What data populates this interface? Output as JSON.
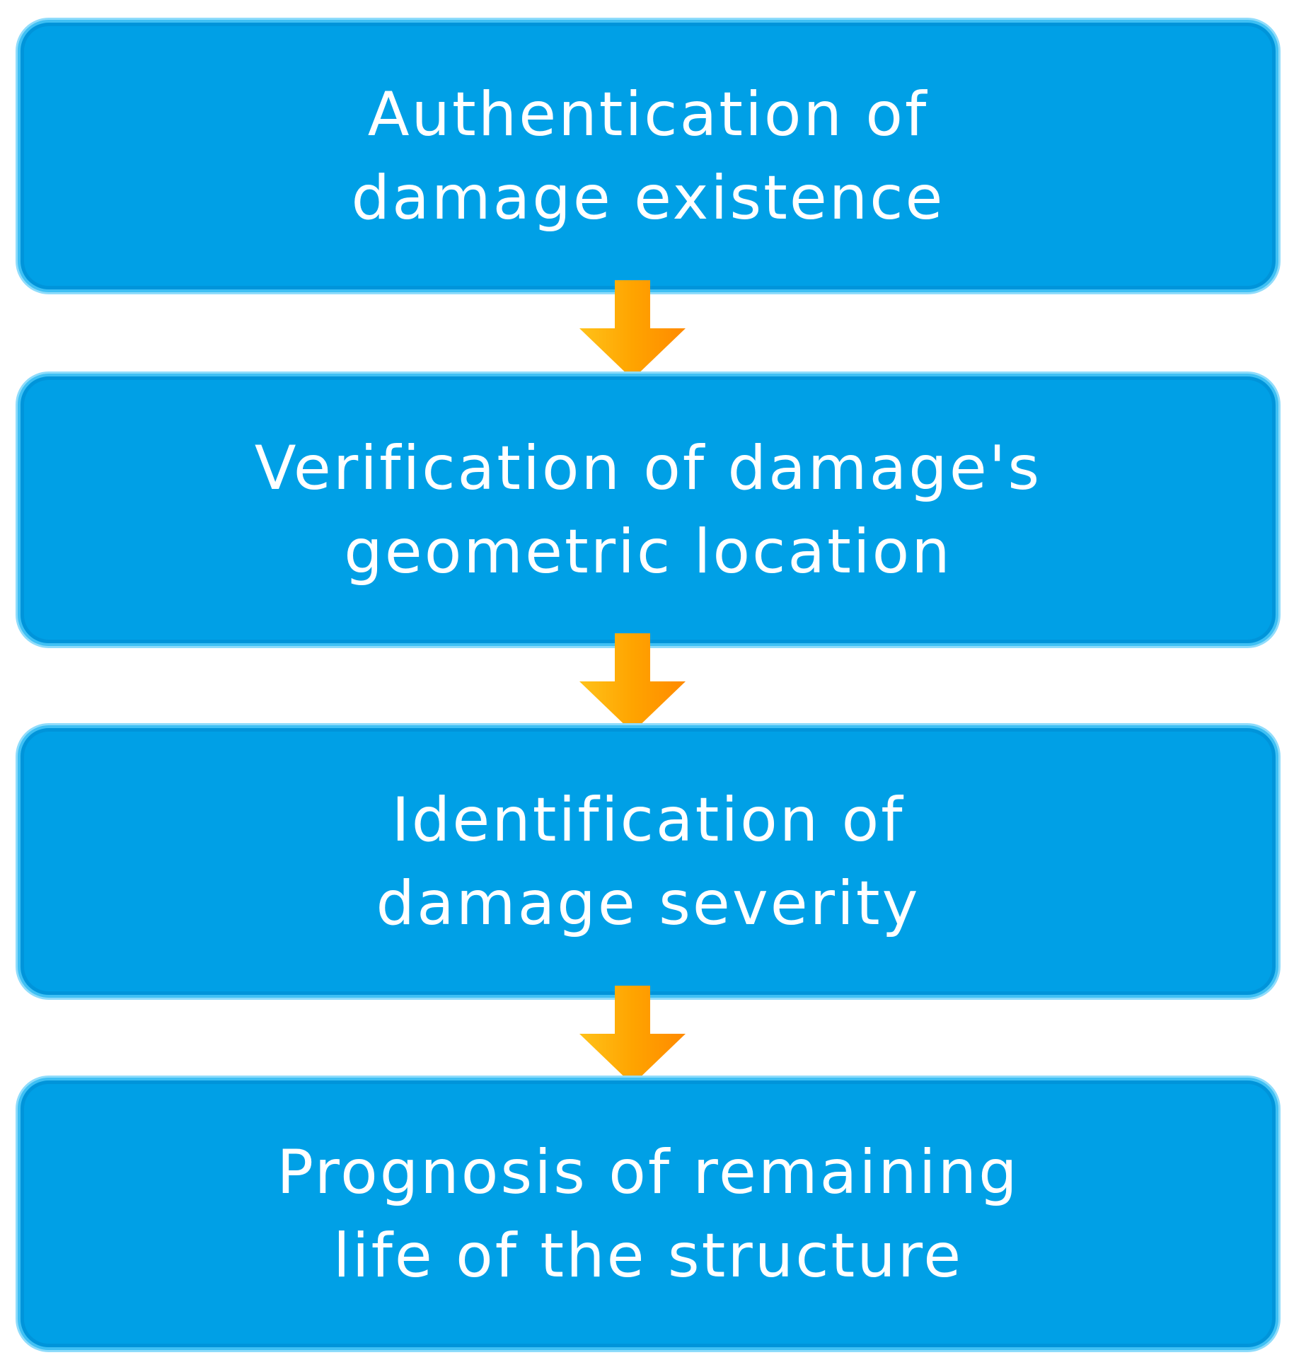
{
  "flowchart": {
    "steps": [
      {
        "line1": "Authentication of",
        "line2": "damage existence"
      },
      {
        "line1": "Verification of damage's",
        "line2": "geometric location"
      },
      {
        "line1": "Identification of",
        "line2": "damage severity"
      },
      {
        "line1": "Prognosis of remaining",
        "line2": "life of the structure"
      }
    ],
    "colors": {
      "box_fill": "#00a0e6",
      "box_border": "#3fc0f4",
      "text": "#ffffff",
      "arrow_light": "#ffb400",
      "arrow_dark": "#ff8c00"
    },
    "arrow_icon": "down-arrow-icon"
  }
}
